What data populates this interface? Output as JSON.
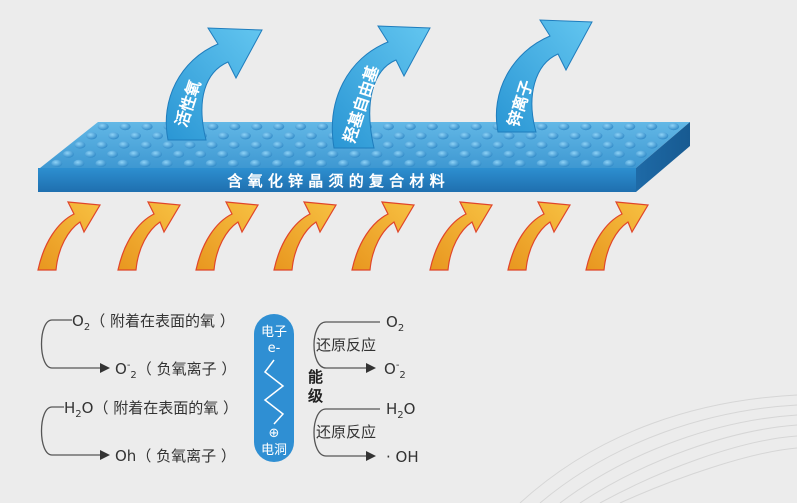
{
  "panel": {
    "plate_label": "含 氧 化 锌 晶 须 的 复 合 材 料",
    "arrows": {
      "a1": "活性氧",
      "a2": "羟基自由基",
      "a3": "锌离子"
    }
  },
  "mechanism": {
    "left": {
      "top_in": "O",
      "top_in_sub": "2",
      "top_in_note": "（ 附着在表面的氧 ）",
      "top_out": "O",
      "top_out_sup": "-",
      "top_out_sub": "2",
      "top_out_note": "（ 负氧离子 ）",
      "bot_in": "H",
      "bot_in_sub": "2",
      "bot_in_tail": "O",
      "bot_in_note": "（ 附着在表面的氧 ）",
      "bot_out": "Oh",
      "bot_out_note": "（ 负氧离子 ）"
    },
    "center": {
      "electron": "电子",
      "e_minus": "e-",
      "plus": "⊕",
      "hole": "电洞",
      "energy_1": "能",
      "energy_2": "级"
    },
    "right": {
      "top_label": "还原反应",
      "top_in": "O",
      "top_in_sub": "2",
      "top_out": "O",
      "top_out_sup": "-",
      "top_out_sub": "2",
      "bot_label": "还原反应",
      "bot_in": "H",
      "bot_in_sub": "2",
      "bot_in_tail": "O",
      "bot_out": "· OH"
    }
  },
  "colors": {
    "plate_top": "#4aa3d9",
    "plate_front": "#2e7fbf",
    "arrow_blue": "#3fb0e6",
    "arrow_orange": "#f0a92d",
    "pill": "#2f8fd3"
  }
}
